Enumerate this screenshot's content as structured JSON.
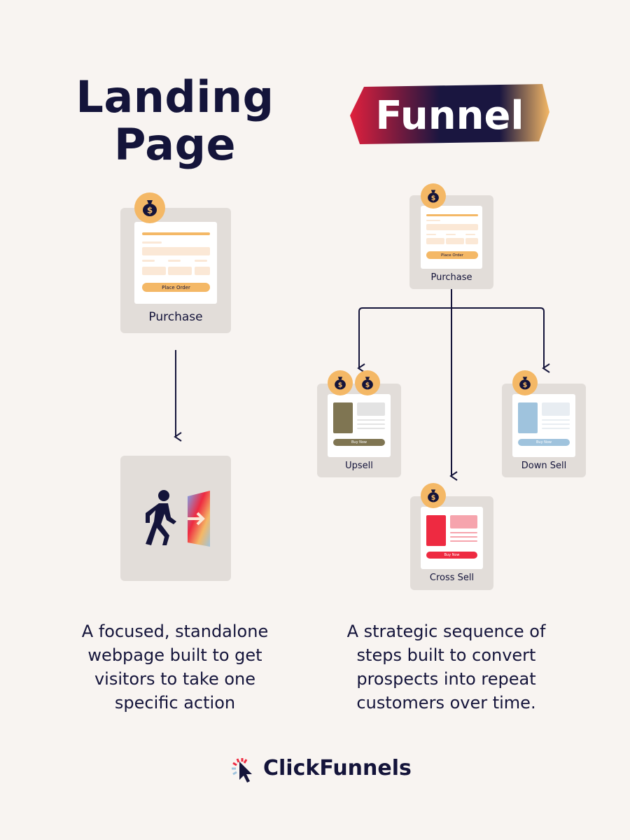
{
  "landing": {
    "title_line1": "Landing",
    "title_line2": "Page",
    "purchase_label": "Purchase",
    "place_order": "Place Order",
    "description": [
      "A focused, standalone",
      "webpage built to get",
      "visitors to take one",
      "specific action"
    ],
    "exit_icon": "walking-person-exit-door-icon"
  },
  "funnel": {
    "title": "Funnel",
    "purchase_label": "Purchase",
    "place_order": "Place Order",
    "upsell_label": "Upsell",
    "downsell_label": "Down Sell",
    "crosssell_label": "Cross Sell",
    "buy_now": "Buy Now",
    "description": [
      "A strategic sequence of",
      "steps built to convert",
      "prospects into repeat",
      "customers over time."
    ]
  },
  "brand": {
    "name": "ClickFunnels"
  },
  "icons": {
    "coin": "money-bag-icon"
  },
  "colors": {
    "navy": "#14143a",
    "orange": "#f4b866",
    "card": "#e2ddd9",
    "background": "#f8f4f1",
    "upsell": "#7f7552",
    "downsell": "#9fc3dd",
    "crosssell": "#ee2a41"
  }
}
